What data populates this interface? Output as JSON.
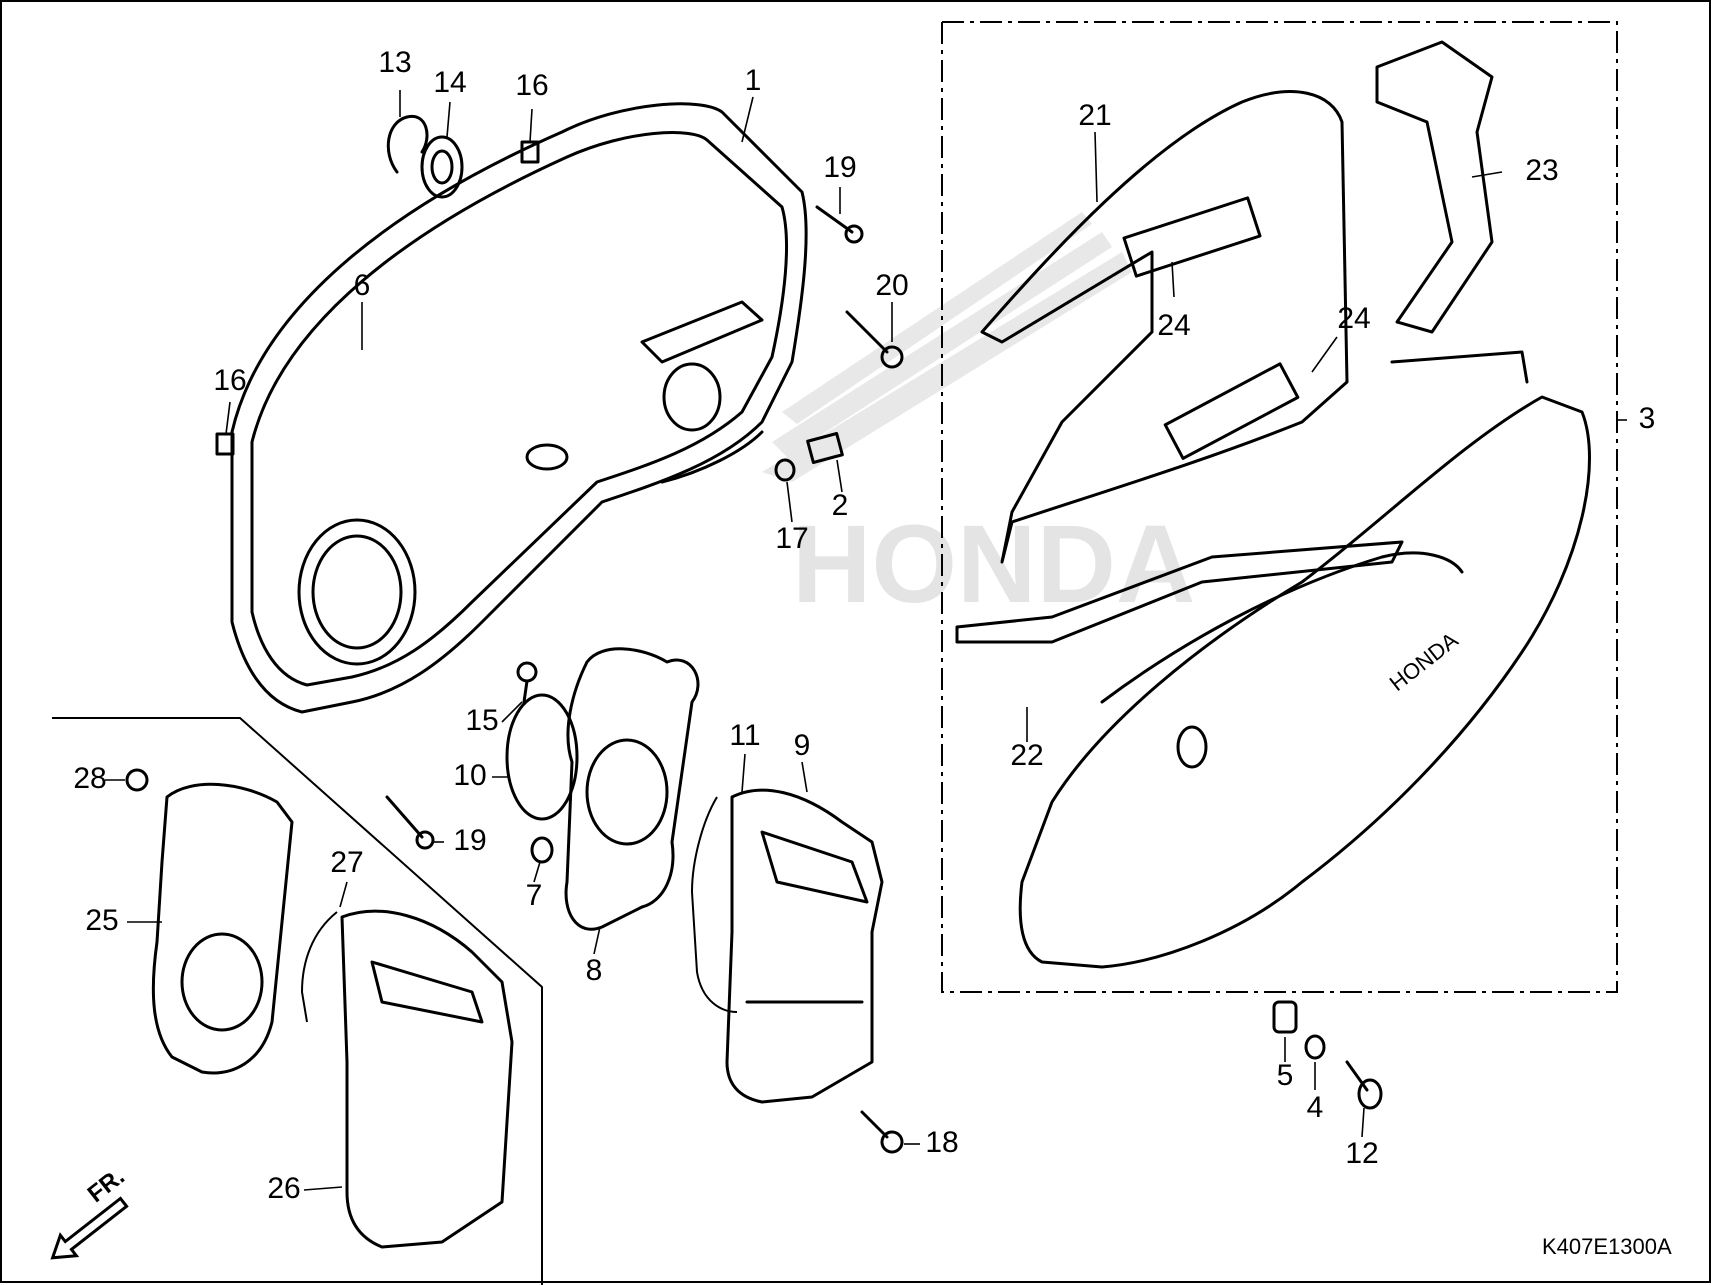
{
  "diagram": {
    "callouts": [
      {
        "id": "c1",
        "label": "1"
      },
      {
        "id": "c2",
        "label": "2"
      },
      {
        "id": "c3",
        "label": "3"
      },
      {
        "id": "c4",
        "label": "4"
      },
      {
        "id": "c5",
        "label": "5"
      },
      {
        "id": "c6",
        "label": "6"
      },
      {
        "id": "c7",
        "label": "7"
      },
      {
        "id": "c8",
        "label": "8"
      },
      {
        "id": "c9",
        "label": "9"
      },
      {
        "id": "c10",
        "label": "10"
      },
      {
        "id": "c11",
        "label": "11"
      },
      {
        "id": "c12",
        "label": "12"
      },
      {
        "id": "c13",
        "label": "13"
      },
      {
        "id": "c14",
        "label": "14"
      },
      {
        "id": "c15",
        "label": "15"
      },
      {
        "id": "c16a",
        "label": "16"
      },
      {
        "id": "c16b",
        "label": "16"
      },
      {
        "id": "c17",
        "label": "17"
      },
      {
        "id": "c18",
        "label": "18"
      },
      {
        "id": "c19a",
        "label": "19"
      },
      {
        "id": "c19b",
        "label": "19"
      },
      {
        "id": "c20",
        "label": "20"
      },
      {
        "id": "c21",
        "label": "21"
      },
      {
        "id": "c22",
        "label": "22"
      },
      {
        "id": "c23",
        "label": "23"
      },
      {
        "id": "c24a",
        "label": "24"
      },
      {
        "id": "c24b",
        "label": "24"
      },
      {
        "id": "c25",
        "label": "25"
      },
      {
        "id": "c26",
        "label": "26"
      },
      {
        "id": "c27",
        "label": "27"
      },
      {
        "id": "c28",
        "label": "28"
      }
    ],
    "direction_label": "FR.",
    "drawing_code": "K407E1300A",
    "icons": {
      "direction": "front-arrow-icon",
      "watermark": "honda-wing-logo"
    }
  }
}
